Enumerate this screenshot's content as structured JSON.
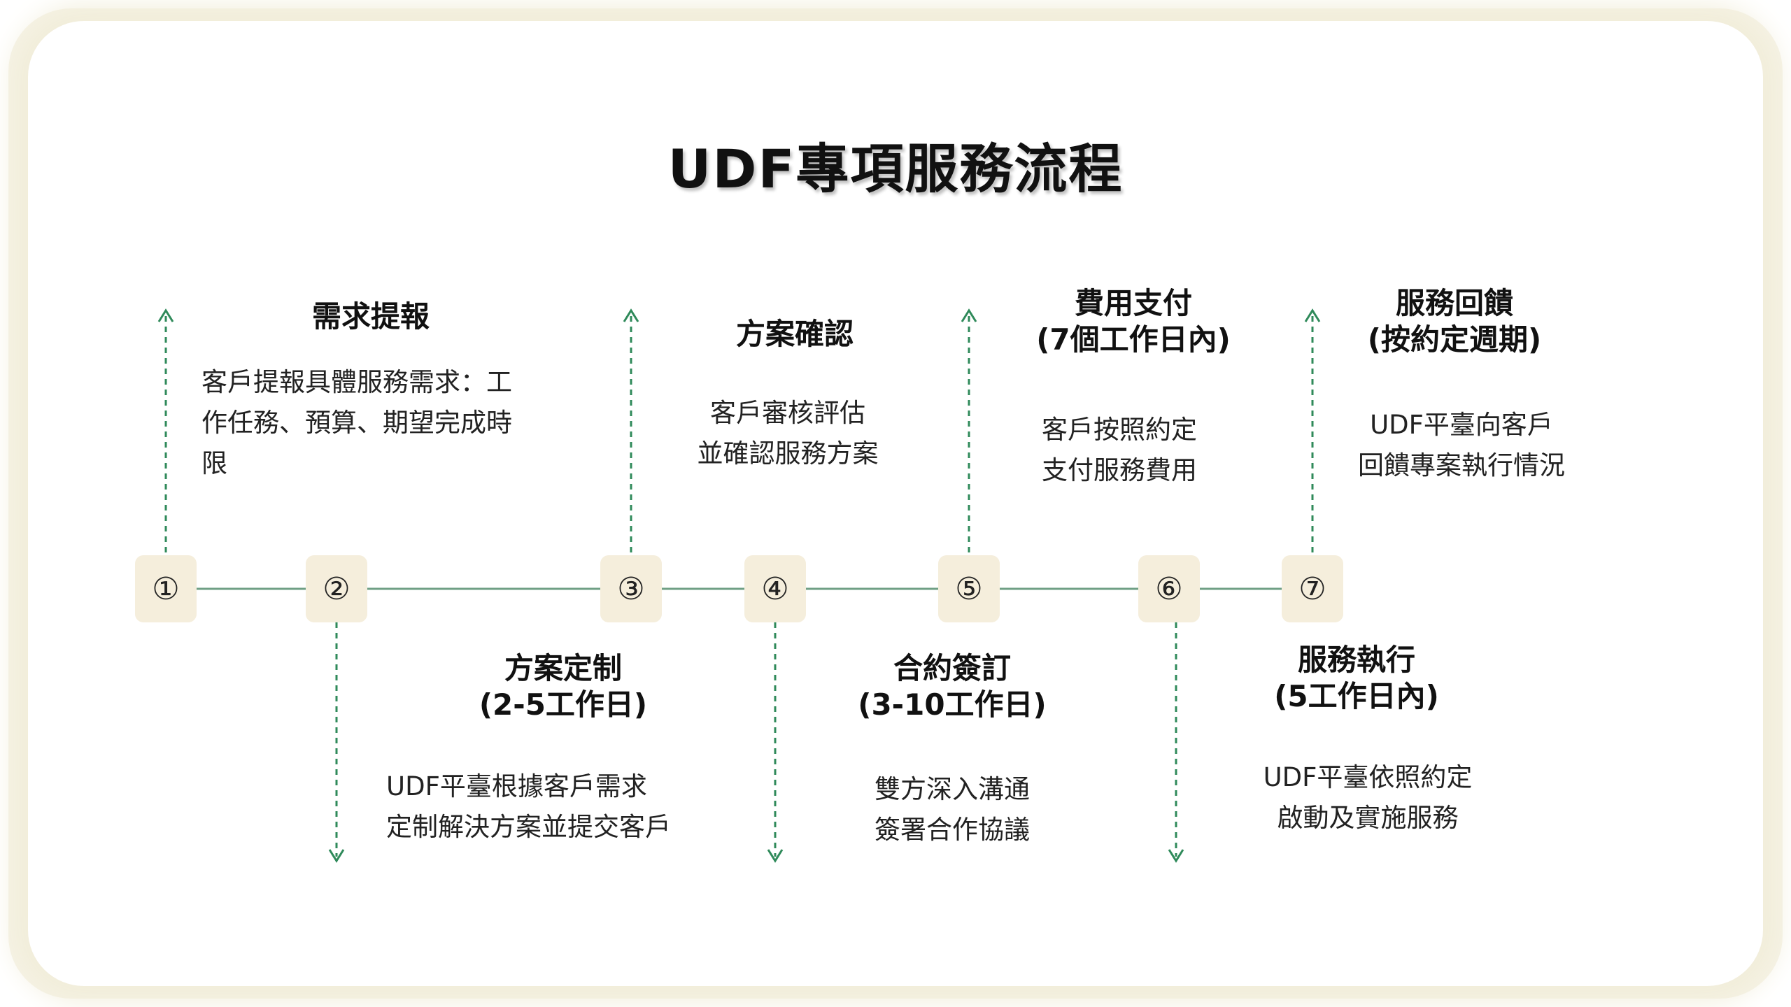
{
  "title": "UDF專項服務流程",
  "colors": {
    "line": "#6f9f84",
    "arrow": "#2f8a5a",
    "node_bg": "#f5eedc",
    "frame": "#f6f3e6"
  },
  "nodes": [
    "①",
    "②",
    "③",
    "④",
    "⑤",
    "⑥",
    "⑦"
  ],
  "steps": [
    {
      "title_line1": "需求提報",
      "title_line2": "",
      "desc": "客戶提報具體服務需求：工作任務、預算、期望完成時限",
      "direction": "up"
    },
    {
      "title_line1": "方案定制",
      "title_line2": "(2-5工作日)",
      "desc_line1": "UDF平臺根據客戶需求",
      "desc_line2": "定制解決方案並提交客戶",
      "direction": "down"
    },
    {
      "title_line1": "方案確認",
      "title_line2": "",
      "desc_line1": "客戶審核評估",
      "desc_line2": "並確認服務方案",
      "direction": "up"
    },
    {
      "title_line1": "合約簽訂",
      "title_line2": "(3-10工作日)",
      "desc_line1": "雙方深入溝通",
      "desc_line2": "簽署合作協議",
      "direction": "down"
    },
    {
      "title_line1": "費用支付",
      "title_line2": "(7個工作日內)",
      "desc_line1": "客戶按照約定",
      "desc_line2": "支付服務費用",
      "direction": "up"
    },
    {
      "title_line1": "服務執行",
      "title_line2": "(5工作日內)",
      "desc_line1": "UDF平臺依照約定",
      "desc_line2": "啟動及實施服務",
      "direction": "down"
    },
    {
      "title_line1": "服務回饋",
      "title_line2": "(按約定週期)",
      "desc_line1": "UDF平臺向客戶",
      "desc_line2": "回饋專案執行情況",
      "direction": "up"
    }
  ]
}
